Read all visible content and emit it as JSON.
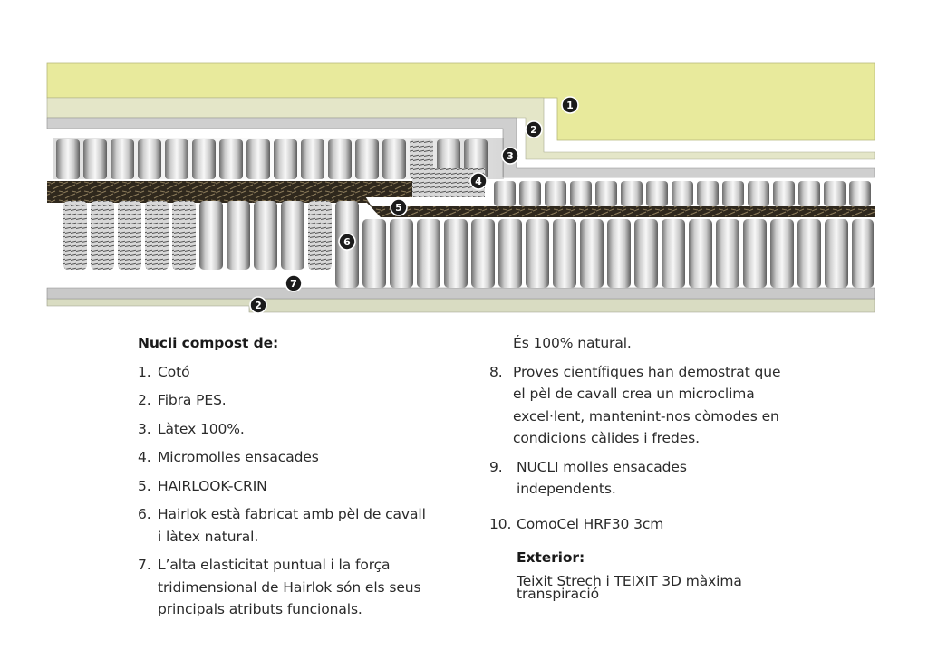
{
  "illustration": {
    "markers": [
      "1",
      "2",
      "3",
      "4",
      "5",
      "6",
      "7",
      "2"
    ],
    "colors": {
      "cotton_layer": "#e8ea9c",
      "latex_layer": "#e4e6c8",
      "spring_light": "#f2f2f2",
      "spring_dark": "#7b7b7b",
      "hair_layer": "#3a3225",
      "marker": "#1b1b1b"
    }
  },
  "core": {
    "heading": "Nucli compost de:",
    "items": [
      {
        "num": "1.",
        "text": "Cotó"
      },
      {
        "num": "2.",
        "text": "Fibra PES."
      },
      {
        "num": "3.",
        "text": "Làtex 100%."
      },
      {
        "num": "4.",
        "text": "Micromolles ensacades"
      },
      {
        "num": "5.",
        "text": "HAIRLOOK-CRIN"
      },
      {
        "num": "6.",
        "text": "Hairlok està fabricat amb pèl de cavall i làtex natural."
      },
      {
        "num": "7.",
        "text": "L’alta elasticitat puntual i la força tridimensional de Hairlok són els seus principals atributs funcionals."
      }
    ],
    "continued": "És 100% natural.",
    "items_right": [
      {
        "num": "8.",
        "text": "Proves científiques han demostrat que el pèl de cavall crea un microclima excel·lent, mantenint-nos còmodes en condicions càlides i fredes."
      },
      {
        "num": "9.",
        "text": "NUCLI molles ensacades independents."
      },
      {
        "num": "10.",
        "text": "ComoCel HRF30 3cm"
      }
    ]
  },
  "exterior": {
    "heading": "Exterior:",
    "line1": "Teixit Strech i TEIXIT 3D màxima",
    "line2": "transpiració"
  }
}
